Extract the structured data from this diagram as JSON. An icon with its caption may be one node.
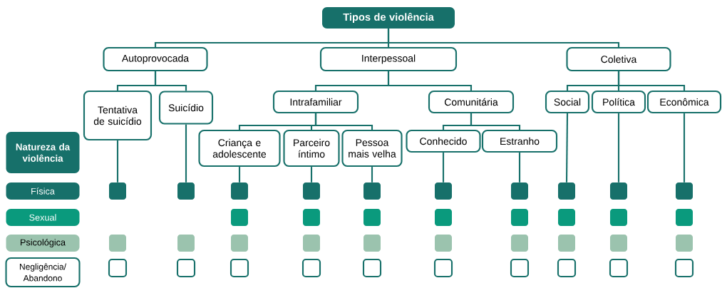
{
  "diagram": {
    "nodes": [
      {
        "text": [
          "Tipos de violência"
        ]
      },
      {
        "text": [
          "Autoprovocada"
        ]
      },
      {
        "text": [
          "Interpessoal"
        ]
      },
      {
        "text": [
          "Coletiva"
        ]
      },
      {
        "text": [
          "Tentativa de suicídio"
        ]
      },
      {
        "text": [
          "Suicídio"
        ]
      },
      {
        "text": [
          "Intrafamiliar"
        ]
      },
      {
        "text": [
          "Comunitária"
        ]
      },
      {
        "text": [
          "Social"
        ]
      },
      {
        "text": [
          "Política"
        ]
      },
      {
        "text": [
          "Econômica"
        ]
      },
      {
        "text": [
          "Criança e adolescente"
        ]
      },
      {
        "text": [
          "Parceiro íntimo"
        ]
      },
      {
        "text": [
          "Pessoa mais velha"
        ]
      },
      {
        "text": [
          "Conhecido"
        ]
      },
      {
        "text": [
          "Estranho"
        ]
      },
      {
        "text": [
          "Natureza da violência"
        ]
      },
      {
        "text": [
          "Física"
        ]
      },
      {
        "text": [
          "Sexual"
        ]
      },
      {
        "text": [
          "Psicológica"
        ]
      },
      {
        "text": [
          "Negligência/ Abandono"
        ]
      },
      {
        "text": [],
        "shape": "box"
      },
      {
        "text": [],
        "shape": "box"
      },
      {
        "text": [],
        "shape": "box"
      },
      {
        "text": [],
        "shape": "box"
      },
      {
        "text": [],
        "shape": "box"
      },
      {
        "text": [],
        "shape": "box"
      },
      {
        "text": [],
        "shape": "box"
      },
      {
        "text": [],
        "shape": "box"
      },
      {
        "text": [],
        "shape": "box"
      },
      {
        "text": [],
        "shape": "box"
      },
      {
        "text": [],
        "shape": "box"
      },
      {
        "text": [],
        "shape": "box"
      },
      {
        "text": [],
        "shape": "box"
      },
      {
        "text": [],
        "shape": "box"
      },
      {
        "text": [],
        "shape": "box"
      },
      {
        "text": [],
        "shape": "box"
      },
      {
        "text": [],
        "shape": "box"
      },
      {
        "text": [],
        "shape": "box"
      },
      {
        "text": [],
        "shape": "box"
      },
      {
        "text": [],
        "shape": "box"
      },
      {
        "text": [],
        "shape": "box"
      },
      {
        "text": [],
        "shape": "box"
      },
      {
        "text": [],
        "shape": "box"
      },
      {
        "text": [],
        "shape": "box"
      },
      {
        "text": [],
        "shape": "box"
      },
      {
        "text": [],
        "shape": "box"
      },
      {
        "text": [],
        "shape": "box"
      },
      {
        "text": [],
        "shape": "box"
      },
      {
        "text": [],
        "shape": "box"
      },
      {
        "text": [],
        "shape": "box"
      },
      {
        "text": [],
        "shape": "box"
      },
      {
        "text": [],
        "shape": "box"
      },
      {
        "text": [],
        "shape": "box"
      },
      {
        "text": [],
        "shape": "box"
      },
      {
        "text": [],
        "shape": "box"
      },
      {
        "text": [],
        "shape": "box"
      },
      {
        "text": [],
        "shape": "box"
      },
      {
        "text": [],
        "shape": "box"
      }
    ],
    "edges": [
      {
        "from": 0,
        "to": 1,
        "arrow": "none"
      },
      {
        "from": 0,
        "to": 2,
        "arrow": "none"
      },
      {
        "from": 0,
        "to": 3,
        "arrow": "none"
      },
      {
        "from": 1,
        "to": 4,
        "arrow": "none"
      },
      {
        "from": 1,
        "to": 5,
        "arrow": "none"
      },
      {
        "from": 2,
        "to": 6,
        "arrow": "none"
      },
      {
        "from": 2,
        "to": 7,
        "arrow": "none"
      },
      {
        "from": 3,
        "to": 8,
        "arrow": "none"
      },
      {
        "from": 3,
        "to": 9,
        "arrow": "none"
      },
      {
        "from": 3,
        "to": 10,
        "arrow": "none"
      },
      {
        "from": 6,
        "to": 11,
        "arrow": "none"
      },
      {
        "from": 6,
        "to": 12,
        "arrow": "none"
      },
      {
        "from": 6,
        "to": 13,
        "arrow": "none"
      },
      {
        "from": 7,
        "to": 14,
        "arrow": "none"
      },
      {
        "from": 7,
        "to": 15,
        "arrow": "none"
      },
      {
        "from": 4,
        "to": 21,
        "arrow": "none"
      },
      {
        "from": 5,
        "to": 22,
        "arrow": "none"
      },
      {
        "from": 11,
        "to": 23,
        "arrow": "none"
      },
      {
        "from": 12,
        "to": 24,
        "arrow": "none"
      },
      {
        "from": 13,
        "to": 25,
        "arrow": "none"
      },
      {
        "from": 14,
        "to": 26,
        "arrow": "none"
      },
      {
        "from": 15,
        "to": 27,
        "arrow": "none"
      },
      {
        "from": 8,
        "to": 28,
        "arrow": "none"
      },
      {
        "from": 9,
        "to": 29,
        "arrow": "none"
      },
      {
        "from": 10,
        "to": 30,
        "arrow": "none"
      }
    ]
  }
}
